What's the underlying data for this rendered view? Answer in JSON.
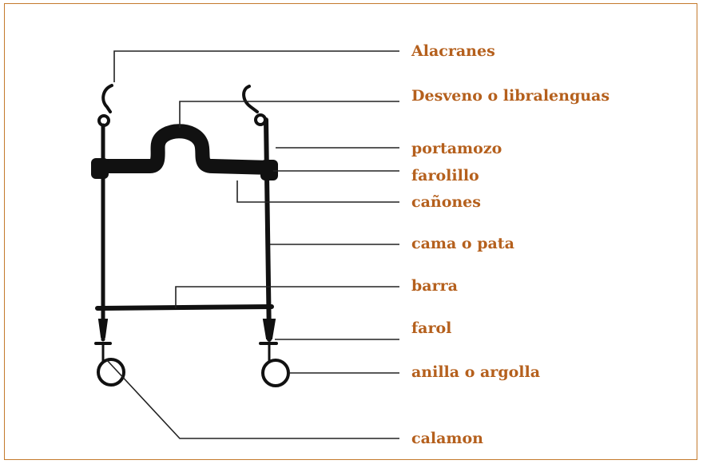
{
  "diagram": {
    "colors": {
      "label": "#b5601d",
      "border": "#c47a2c",
      "line": "#111111"
    },
    "labels": {
      "alacranes": "Alacranes",
      "desveno": "Desveno o libralenguas",
      "portamozo": "portamozo",
      "farolillo": "farolillo",
      "canones": "cañones",
      "cama": "cama o pata",
      "barra": "barra",
      "farol": "farol",
      "anilla": "anilla o argolla",
      "calamon": "calamon"
    }
  }
}
